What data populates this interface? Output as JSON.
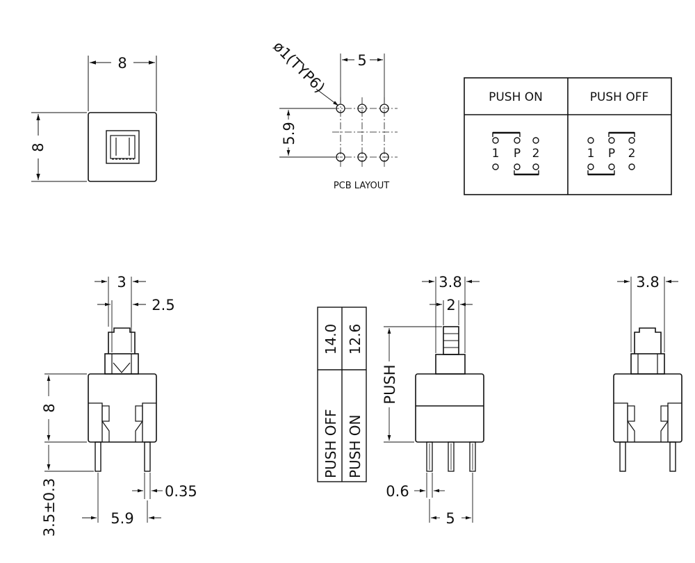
{
  "top_view": {
    "width_dim": "8",
    "height_dim": "8"
  },
  "pcb_layout": {
    "hole_callout": "ø1(TYP6)",
    "pitch_dim": "5",
    "row_dim": "5.9",
    "caption": "PCB  LAYOUT"
  },
  "function_table": {
    "push_on": "PUSH  ON",
    "push_off": "PUSH  OFF",
    "pin1": "1",
    "pinP": "P",
    "pin2": "2"
  },
  "side_view_left": {
    "plunger_dim": "3",
    "inner_dim": "2.5",
    "body_height_dim": "8",
    "pin_length_dim": "3.5±0.3",
    "pin_thickness_dim": "0.35",
    "pin_pitch_dim": "5.9"
  },
  "height_table": {
    "push_off_label": "PUSH  OFF",
    "push_on_label": "PUSH  ON",
    "push_off_value": "14.0",
    "push_on_value": "12.6"
  },
  "side_view_middle": {
    "width_dim": "3.8",
    "plunger_dim": "2",
    "stroke_label": "PUSH",
    "pin_width_dim": "0.6",
    "pin_pitch_dim": "5"
  },
  "side_view_right": {
    "width_dim": "3.8"
  }
}
